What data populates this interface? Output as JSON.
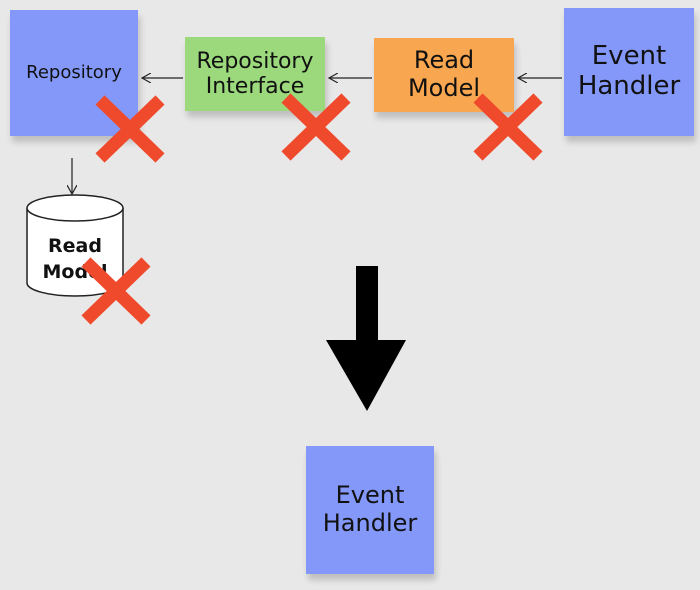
{
  "nodes": {
    "repository": "Repository",
    "repository_interface": "Repository\nInterface",
    "read_model": "Read\nModel",
    "event_handler_top": "Event\nHandler",
    "database": "Read\nModel",
    "event_handler_bottom": "Event\nHandler"
  },
  "colors": {
    "background": "#e8e8e8",
    "blue_note": "#8398f9",
    "green_note": "#9bd97c",
    "orange_note": "#f8a64f",
    "cross": "#ef4a2b",
    "arrow": "#000000"
  },
  "icons": [
    "cross-icon",
    "down-arrow-icon",
    "database-icon"
  ]
}
